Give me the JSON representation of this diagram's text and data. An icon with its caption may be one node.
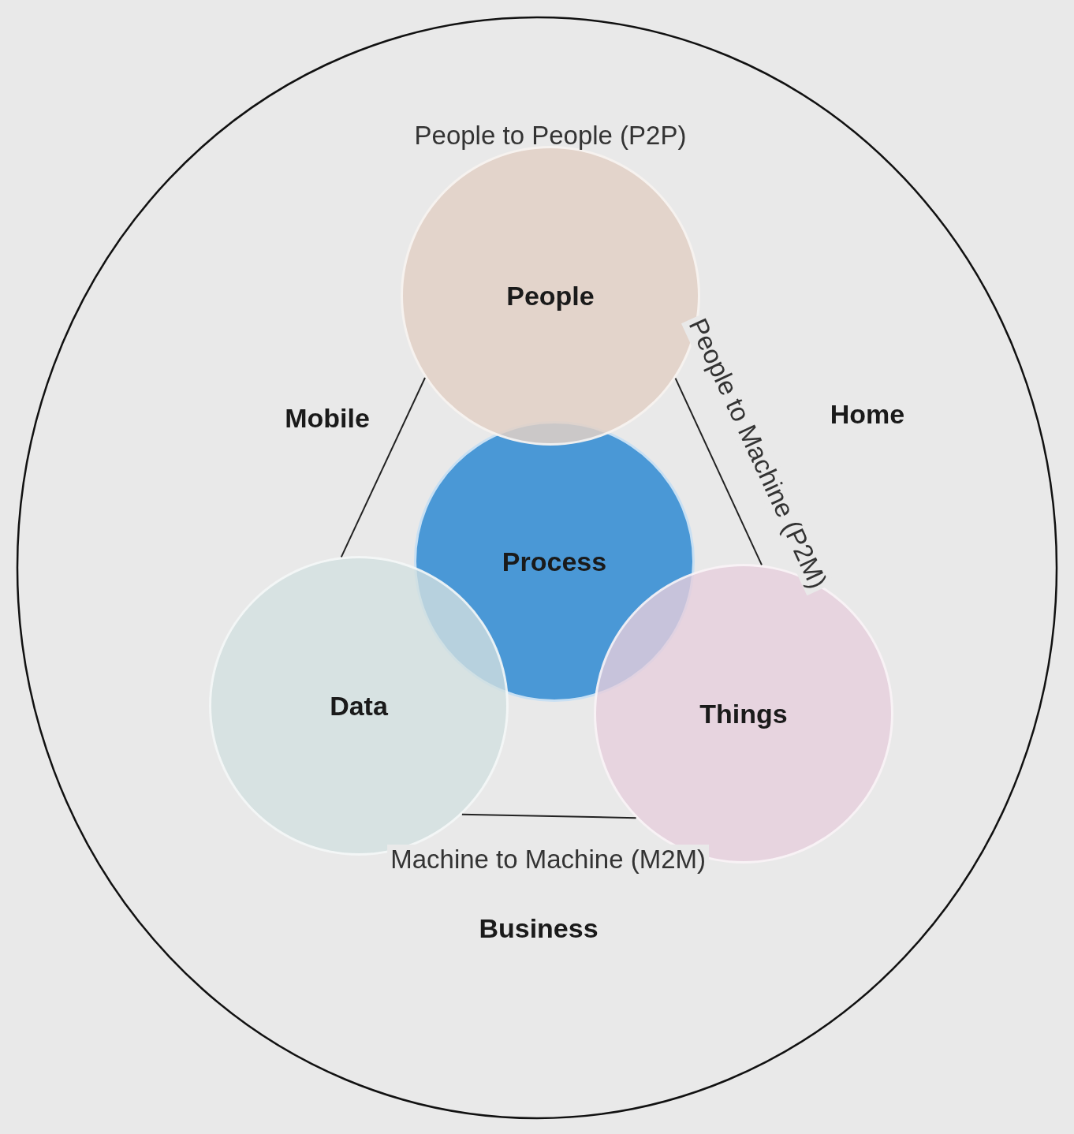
{
  "diagram": {
    "nodes": [
      {
        "text": [],
        "shape": "circle"
      },
      {
        "text": [
          "People"
        ],
        "in": 0,
        "beside": [
          "People to People (P2P)"
        ]
      },
      {
        "text": [
          "Process"
        ],
        "in": 0
      },
      {
        "text": [
          "Data"
        ],
        "in": 0
      },
      {
        "text": [
          "Things"
        ],
        "in": 0
      }
    ],
    "edges": [
      {
        "from": 1,
        "to": 3,
        "arrow": "none"
      },
      {
        "from": 1,
        "to": 4,
        "arrow": "none",
        "label": "People to Machine (P2M)"
      },
      {
        "from": 3,
        "to": 4,
        "arrow": "none",
        "label": "Machine to Machine (M2M)"
      }
    ],
    "labels": [
      "Mobile",
      "Home",
      "Business"
    ]
  }
}
